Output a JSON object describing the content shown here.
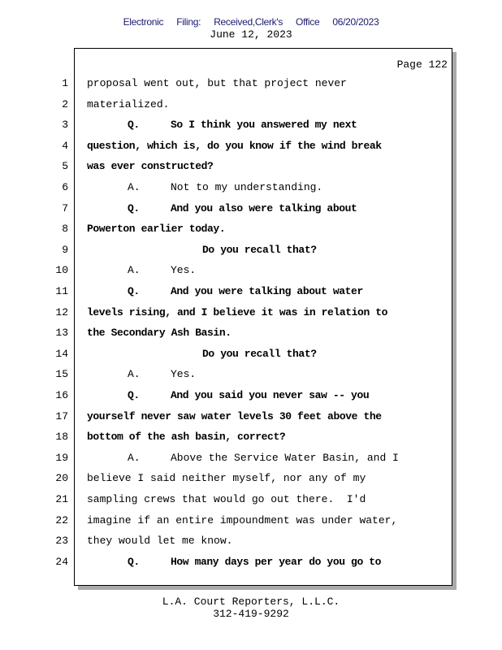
{
  "header": {
    "stamp": [
      "Electronic",
      "Filing:",
      "Received,Clerk's",
      "Office",
      "06/20/2023"
    ],
    "date": "June 12, 2023"
  },
  "page_label": "Page 122",
  "lines": [
    {
      "num": "1",
      "label": "",
      "text": "proposal went out, but that project never",
      "style": "full",
      "bold": false
    },
    {
      "num": "2",
      "label": "",
      "text": "materialized.",
      "style": "full",
      "bold": false
    },
    {
      "num": "3",
      "label": "Q.",
      "text": "So I think you answered my next",
      "style": "after",
      "bold": true
    },
    {
      "num": "4",
      "label": "",
      "text": "question, which is, do you know if the wind break",
      "style": "full",
      "bold": true
    },
    {
      "num": "5",
      "label": "",
      "text": "was ever constructed?",
      "style": "full",
      "bold": true
    },
    {
      "num": "6",
      "label": "A.",
      "text": "Not to my understanding.",
      "style": "after",
      "bold": false
    },
    {
      "num": "7",
      "label": "Q.",
      "text": "And you also were talking about",
      "style": "after",
      "bold": true
    },
    {
      "num": "8",
      "label": "",
      "text": "Powerton earlier today.",
      "style": "full",
      "bold": true
    },
    {
      "num": "9",
      "label": "",
      "text": "Do you recall that?",
      "style": "center",
      "bold": true
    },
    {
      "num": "10",
      "label": "A.",
      "text": "Yes.",
      "style": "after",
      "bold": false
    },
    {
      "num": "11",
      "label": "Q.",
      "text": "And you were talking about water",
      "style": "after",
      "bold": true
    },
    {
      "num": "12",
      "label": "",
      "text": "levels rising, and I believe it was in relation to",
      "style": "full",
      "bold": true
    },
    {
      "num": "13",
      "label": "",
      "text": "the Secondary Ash Basin.",
      "style": "full",
      "bold": true
    },
    {
      "num": "14",
      "label": "",
      "text": "Do you recall that?",
      "style": "center",
      "bold": true
    },
    {
      "num": "15",
      "label": "A.",
      "text": "Yes.",
      "style": "after",
      "bold": false
    },
    {
      "num": "16",
      "label": "Q.",
      "text": "And you said you never saw -- you",
      "style": "after",
      "bold": true
    },
    {
      "num": "17",
      "label": "",
      "text": "yourself never saw water levels 30 feet above the",
      "style": "full",
      "bold": true
    },
    {
      "num": "18",
      "label": "",
      "text": "bottom of the ash basin, correct?",
      "style": "full",
      "bold": true
    },
    {
      "num": "19",
      "label": "A.",
      "text": "Above the Service Water Basin, and I",
      "style": "after",
      "bold": false
    },
    {
      "num": "20",
      "label": "",
      "text": "believe I said neither myself, nor any of my",
      "style": "full",
      "bold": false
    },
    {
      "num": "21",
      "label": "",
      "text": "sampling crews that would go out there.  I'd",
      "style": "full",
      "bold": false
    },
    {
      "num": "22",
      "label": "",
      "text": "imagine if an entire impoundment was under water,",
      "style": "full",
      "bold": false
    },
    {
      "num": "23",
      "label": "",
      "text": "they would let me know.",
      "style": "full",
      "bold": false
    },
    {
      "num": "24",
      "label": "Q.",
      "text": "How many days per year do you go to",
      "style": "after",
      "bold": true
    }
  ],
  "footer": {
    "company": "L.A. Court Reporters, L.L.C.",
    "phone": "312-419-9292"
  }
}
